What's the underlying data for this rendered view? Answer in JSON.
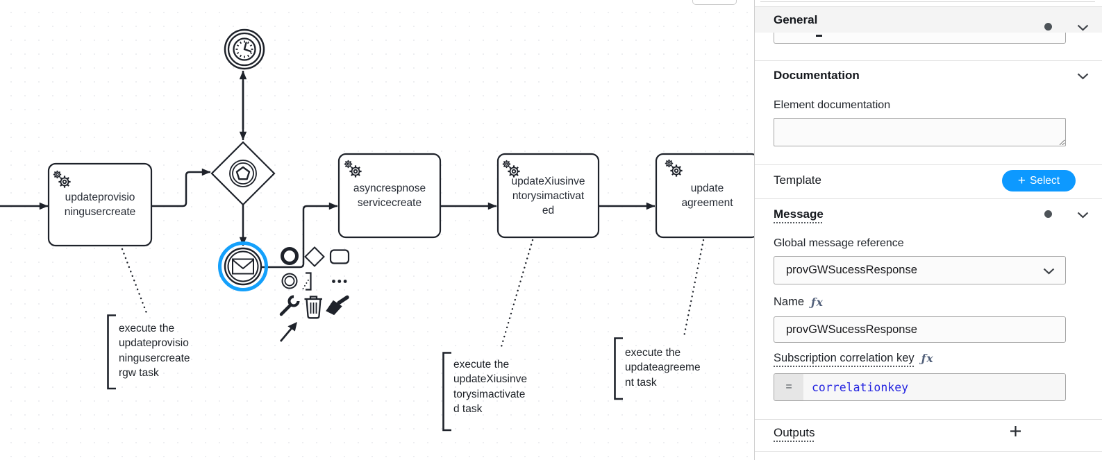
{
  "canvas": {
    "tasks": [
      {
        "label": "updateprovisio\nningusercreate"
      },
      {
        "label": "asyncrespnose\nservicecreate"
      },
      {
        "label": "updateXiusinve\nntorysimactivat\ned"
      },
      {
        "label": "update\nagreement"
      }
    ],
    "annotations": [
      {
        "text": "execute the\nupdateprovisio\nningusercreate\nrgw task"
      },
      {
        "text": "execute the\nupdateXiusinve\ntorysimactivate\nd task"
      },
      {
        "text": "execute the\nupdateagreeme\nnt task"
      }
    ]
  },
  "panel": {
    "general": {
      "title": "General"
    },
    "documentation": {
      "title": "Documentation",
      "field_label": "Element documentation",
      "value": ""
    },
    "template": {
      "title": "Template",
      "button_icon": "+",
      "button_label": "Select"
    },
    "message": {
      "title": "Message",
      "global_ref_label": "Global message reference",
      "global_ref_value": "provGWSucessResponse",
      "name_label": "Name",
      "name_value": "provGWSucessResponse",
      "correlation_label": "Subscription correlation key",
      "correlation_prefix": "=",
      "correlation_value": "correlationkey"
    },
    "outputs": {
      "title": "Outputs"
    }
  },
  "icons": {
    "fx": "ƒx"
  },
  "colors": {
    "ink": "#1e222a",
    "selection_blue": "#14a0fb",
    "accent_blue": "#0d99ff",
    "code_blue": "#2424e0"
  }
}
